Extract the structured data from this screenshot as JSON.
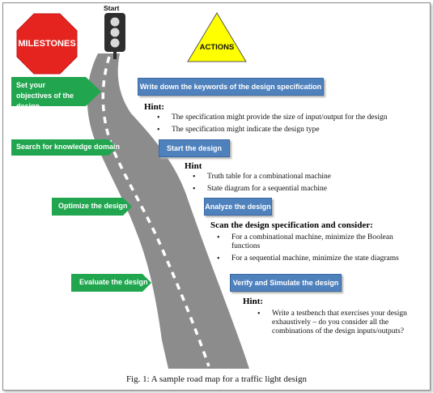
{
  "start_label": "Start",
  "milestones_sign": "MILESTONES",
  "actions_sign": "ACTIONS",
  "milestones": [
    "Set your objectives of the design",
    "Search for knowledge domain",
    "Optimize the design",
    "Evaluate the design"
  ],
  "actions": [
    "Write down the keywords of the design specification",
    "Start the design",
    "Analyze the design",
    "Verify and Simulate the design"
  ],
  "hint_groups": [
    {
      "title": "Hint:",
      "bullets": [
        "The specification might provide the size of input/output for the design",
        "The specification might indicate the design type"
      ]
    },
    {
      "title": "Hint",
      "bullets": [
        "Truth table for a combinational machine",
        "State diagram for a sequential machine"
      ]
    },
    {
      "title": "Scan the design specification and consider:",
      "bullets": [
        "For a combinational machine, minimize the Boolean functions",
        "For a sequential machine, minimize the state diagrams"
      ]
    },
    {
      "title": "Hint:",
      "bullets": [
        "Write a testbench that exercises your design exhaustively – do you consider all the combinations of the design inputs/outputs?"
      ]
    }
  ],
  "caption": "Fig. 1: A sample road map for a traffic light design",
  "colors": {
    "stop_sign": "#e52420",
    "actions_triangle": "#ffff00",
    "milestone_arrow": "#21a64f",
    "action_box": "#4f81bd",
    "road": "#8c8c8c",
    "traffic_light_body": "#2e2e2e"
  }
}
